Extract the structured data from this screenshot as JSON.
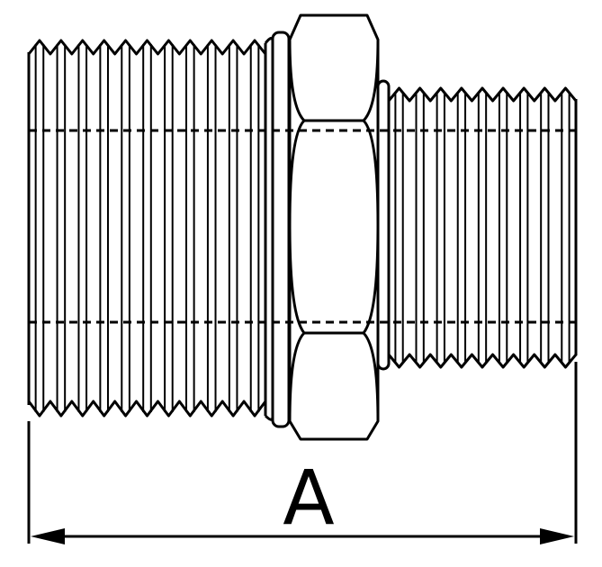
{
  "dimension": {
    "label": "A"
  },
  "colors": {
    "line": "#000000",
    "background": "#ffffff"
  },
  "threads": {
    "large_crests": 11,
    "small_crests": 9
  }
}
